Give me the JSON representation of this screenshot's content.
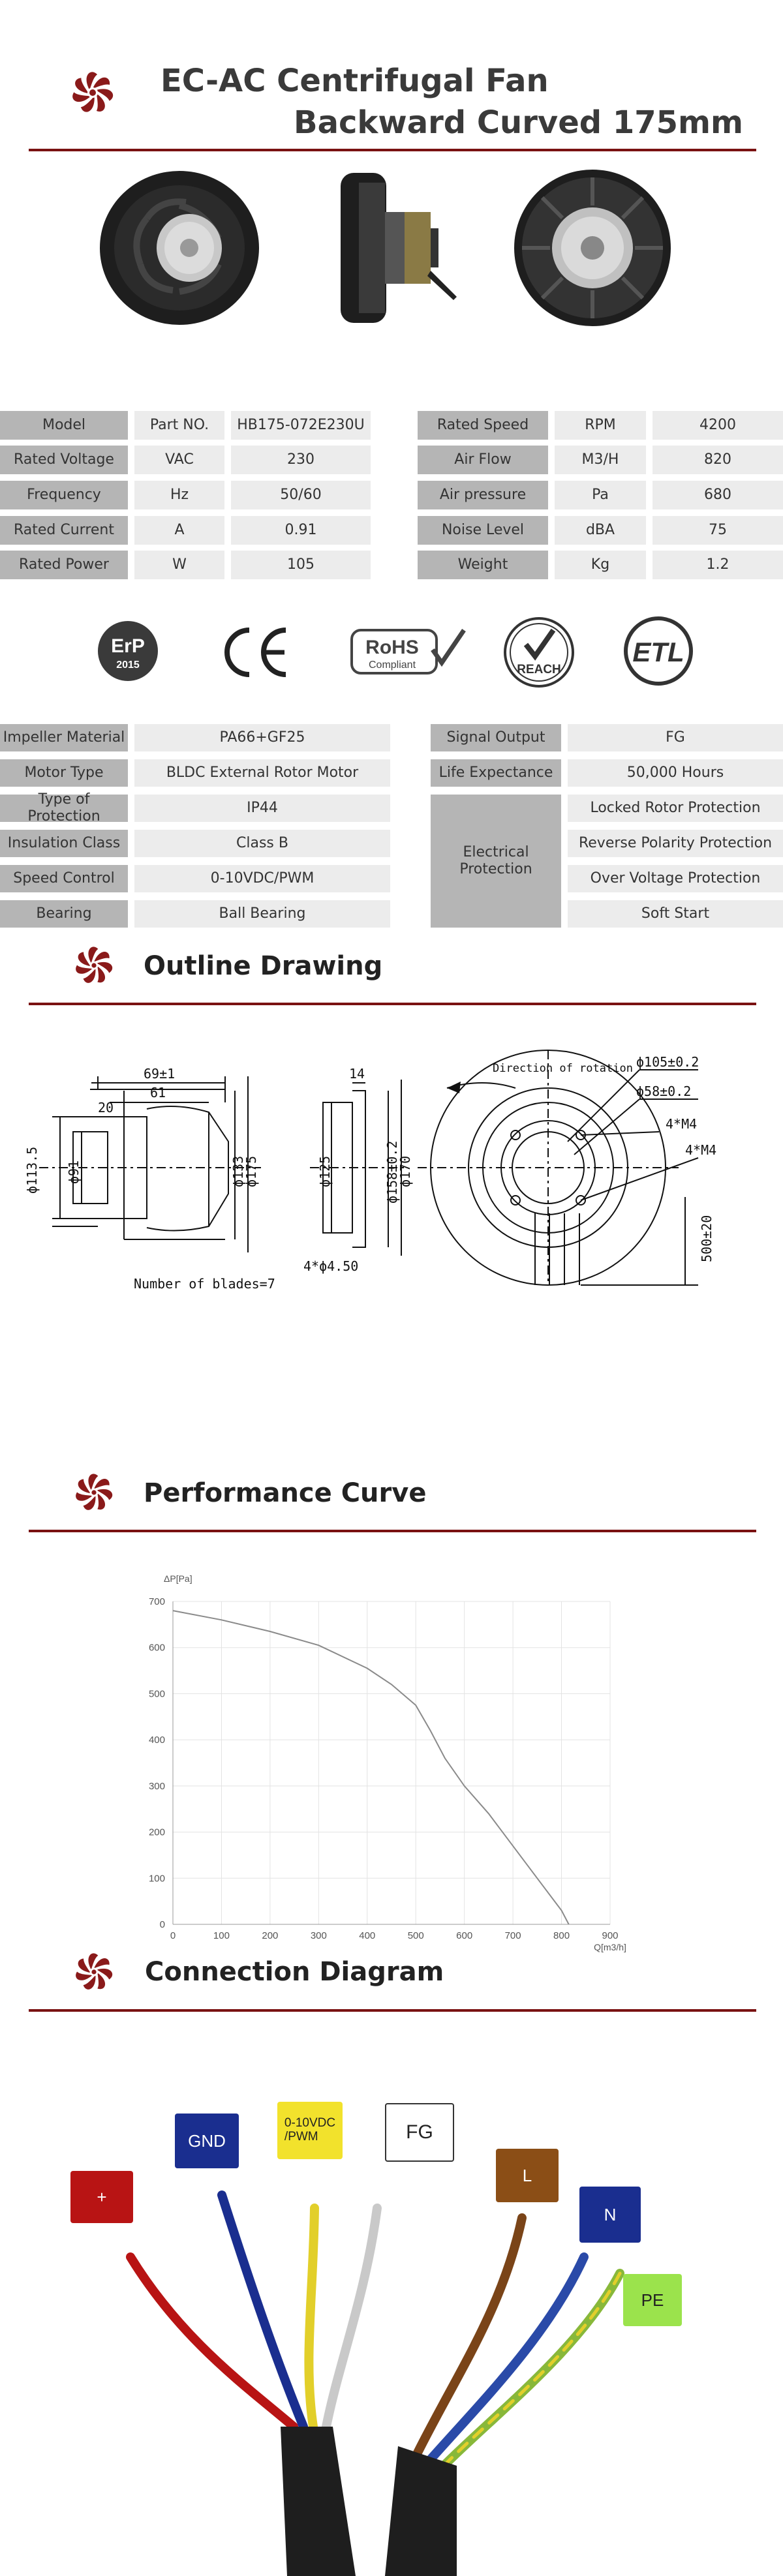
{
  "header": {
    "title_line1": "EC-AC Centrifugal Fan",
    "title_line2": "Backward Curved 175mm"
  },
  "specs_left": [
    {
      "label": "Model",
      "unit": "Part NO.",
      "value": "HB175-072E230U"
    },
    {
      "label": "Rated Voltage",
      "unit": "VAC",
      "value": "230"
    },
    {
      "label": "Frequency",
      "unit": "Hz",
      "value": "50/60"
    },
    {
      "label": "Rated Current",
      "unit": "A",
      "value": "0.91"
    },
    {
      "label": "Rated Power",
      "unit": "W",
      "value": "105"
    }
  ],
  "specs_right": [
    {
      "label": "Rated Speed",
      "unit": "RPM",
      "value": "4200"
    },
    {
      "label": "Air Flow",
      "unit": "M3/H",
      "value": "820"
    },
    {
      "label": "Air pressure",
      "unit": "Pa",
      "value": "680"
    },
    {
      "label": "Noise Level",
      "unit": "dBA",
      "value": "75"
    },
    {
      "label": "Weight",
      "unit": "Kg",
      "value": "1.2"
    }
  ],
  "certs": {
    "erp_line1": "ErP",
    "erp_line2": "2015",
    "ce": "CE",
    "rohs_line1": "RoHS",
    "rohs_line2": "Compliant",
    "reach": "REACH",
    "etl": "ETL"
  },
  "features_left": [
    {
      "label": "Impeller Material",
      "value": "PA66+GF25"
    },
    {
      "label": "Motor Type",
      "value": "BLDC External Rotor Motor"
    },
    {
      "label": "Type of Protection",
      "value": "IP44"
    },
    {
      "label": "Insulation Class",
      "value": "Class B"
    },
    {
      "label": "Speed Control",
      "value": "0-10VDC/PWM"
    },
    {
      "label": "Bearing",
      "value": "Ball Bearing"
    }
  ],
  "features_right": {
    "signal_label": "Signal Output",
    "signal_value": "FG",
    "life_label": "Life Expectance",
    "life_value": "50,000 Hours",
    "protection_label": "Electrical Protection",
    "protections": [
      "Locked Rotor Protection",
      "Reverse Polarity Protection",
      "Over Voltage Protection",
      "Soft Start"
    ]
  },
  "sections": {
    "outline": "Outline Drawing",
    "performance": "Performance Curve",
    "connection": "Connection Diagram"
  },
  "drawing": {
    "dim_69": "69±1",
    "dim_61": "61",
    "dim_20": "20",
    "dim_113": "ϕ113.5",
    "dim_91": "ϕ91",
    "dim_133": "ϕ133",
    "dim_175": "ϕ175",
    "dim_14": "14",
    "dim_125": "ϕ125",
    "dim_158": "ϕ158±0.2",
    "dim_170": "ϕ170",
    "holes": "4*ϕ4.50",
    "blades": "Number of blades=7",
    "rotation": "Direction of rotation",
    "d105": "ϕ105±0.2",
    "d58": "ϕ58±0.2",
    "m4a": "4*M4",
    "m4b": "4*M4",
    "lead": "500±20"
  },
  "chart_data": {
    "type": "line",
    "ylabel": "ΔP[Pa]",
    "xlabel": "Q[m3/h]",
    "xlim": [
      0,
      900
    ],
    "ylim": [
      0,
      700
    ],
    "x_ticks": [
      0,
      100,
      200,
      300,
      400,
      500,
      600,
      700,
      800,
      900
    ],
    "y_ticks": [
      0,
      100,
      200,
      300,
      400,
      500,
      600,
      700
    ],
    "grid": true,
    "series": [
      {
        "x": [
          0,
          100,
          200,
          300,
          400,
          450,
          500,
          530,
          560,
          600,
          650,
          700,
          750,
          800,
          815
        ],
        "y": [
          680,
          660,
          635,
          605,
          555,
          520,
          475,
          420,
          360,
          300,
          240,
          170,
          100,
          30,
          0
        ]
      }
    ]
  },
  "wires": [
    {
      "label": "+",
      "color": "#b81414"
    },
    {
      "label": "GND",
      "color": "#1a2e8f"
    },
    {
      "label": "0-10VDC\n/PWM",
      "color": "#f2e22c"
    },
    {
      "label": "FG",
      "color": "#ffffff"
    },
    {
      "label": "L",
      "color": "#8b4e16"
    },
    {
      "label": "N",
      "color": "#1a2e8f"
    },
    {
      "label": "PE",
      "color": "#9be34c"
    }
  ],
  "colors": {
    "accent": "#7a1212",
    "label_bg": "#b5b5b5",
    "value_bg": "#ececec"
  }
}
